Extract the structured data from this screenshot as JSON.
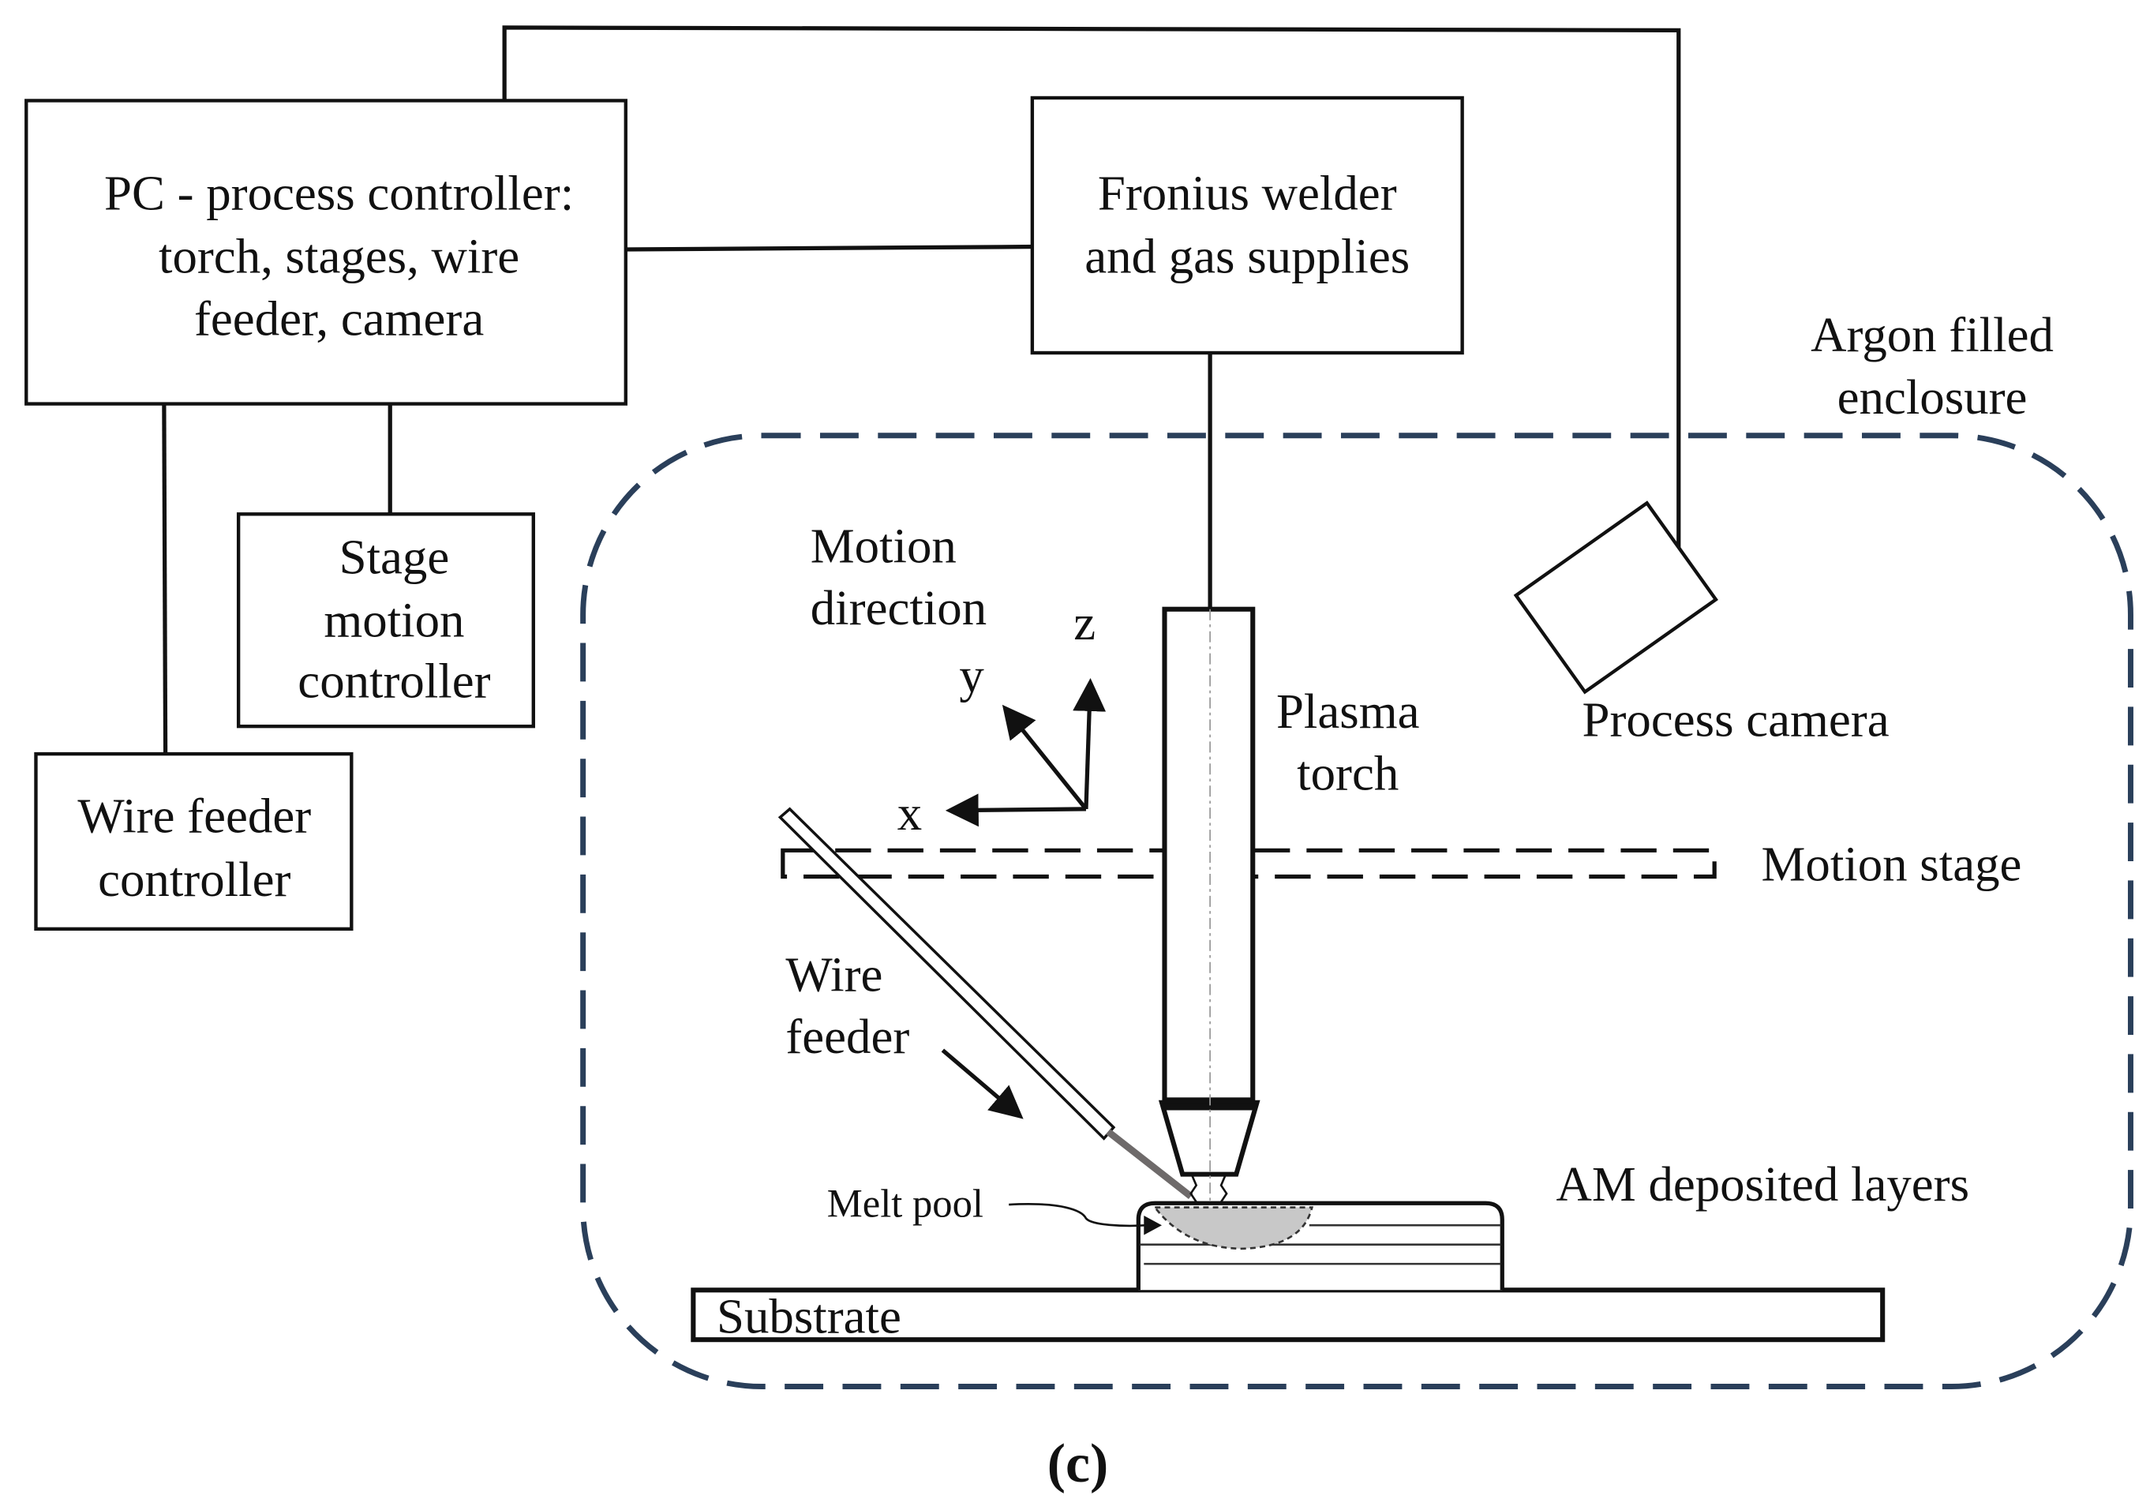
{
  "pc_box": {
    "lines": [
      "PC - process controller:",
      "torch, stages, wire",
      "feeder, camera"
    ]
  },
  "welder_box": {
    "lines": [
      "Fronius welder",
      "and gas supplies"
    ]
  },
  "stage_box": {
    "lines": [
      "Stage",
      "motion",
      "controller"
    ]
  },
  "wire_box": {
    "lines": [
      "Wire feeder",
      "controller"
    ]
  },
  "enclosure": {
    "lines": [
      "Argon filled",
      "enclosure"
    ],
    "color": "#2a3f5a"
  },
  "motion_direction": {
    "lines": [
      "Motion",
      "direction"
    ],
    "axes": [
      "z",
      "y",
      "x"
    ]
  },
  "torch": {
    "lines": [
      "Plasma",
      "torch"
    ]
  },
  "camera": {
    "label": "Process camera"
  },
  "stage": {
    "label": "Motion stage"
  },
  "wire_feeder": {
    "lines": [
      "Wire",
      "feeder"
    ],
    "wire_color": "#6e6a6a"
  },
  "melt_pool": {
    "label": "Melt pool",
    "fill": "#c8c8c8"
  },
  "deposit": {
    "label": "AM deposited layers"
  },
  "substrate": {
    "label": "Substrate"
  },
  "caption": "(c)"
}
